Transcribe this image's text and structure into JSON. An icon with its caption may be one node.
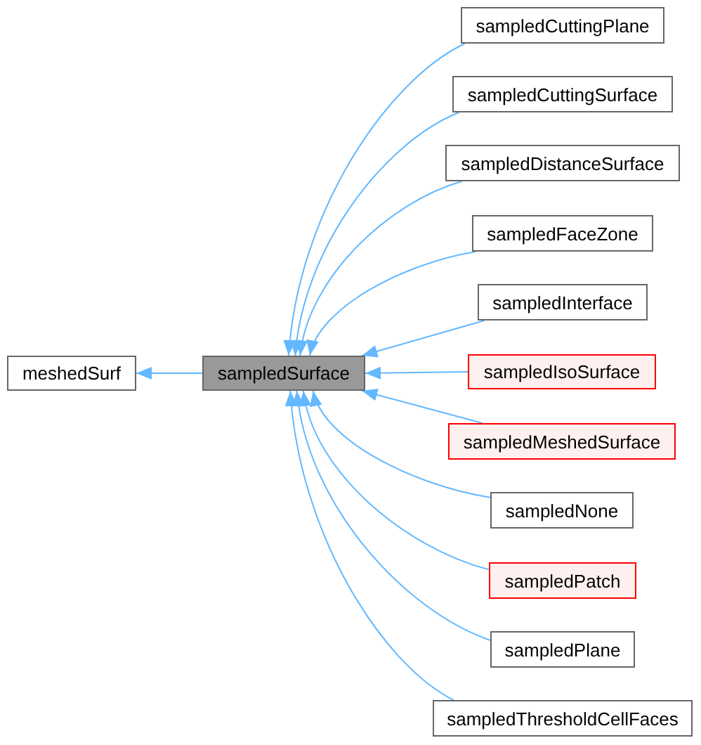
{
  "diagram": {
    "nodes": [
      {
        "text": [
          "meshedSurf"
        ]
      },
      {
        "text": [
          "sampledSurface"
        ]
      },
      {
        "text": [
          "sampledCuttingPlane"
        ]
      },
      {
        "text": [
          "sampledCuttingSurface"
        ]
      },
      {
        "text": [
          "sampledDistanceSurface"
        ]
      },
      {
        "text": [
          "sampledFaceZone"
        ]
      },
      {
        "text": [
          "sampledInterface"
        ]
      },
      {
        "text": [
          "sampledIsoSurface"
        ]
      },
      {
        "text": [
          "sampledMeshedSurface"
        ]
      },
      {
        "text": [
          "sampledNone"
        ]
      },
      {
        "text": [
          "sampledPatch"
        ]
      },
      {
        "text": [
          "sampledPlane"
        ]
      },
      {
        "text": [
          "sampledThresholdCellFaces"
        ]
      }
    ],
    "edges": [
      {
        "from": 1,
        "to": 0,
        "arrow": "to"
      },
      {
        "from": 2,
        "to": 1,
        "arrow": "to"
      },
      {
        "from": 3,
        "to": 1,
        "arrow": "to"
      },
      {
        "from": 4,
        "to": 1,
        "arrow": "to"
      },
      {
        "from": 5,
        "to": 1,
        "arrow": "to"
      },
      {
        "from": 6,
        "to": 1,
        "arrow": "to"
      },
      {
        "from": 7,
        "to": 1,
        "arrow": "to"
      },
      {
        "from": 8,
        "to": 1,
        "arrow": "to"
      },
      {
        "from": 9,
        "to": 1,
        "arrow": "to"
      },
      {
        "from": 10,
        "to": 1,
        "arrow": "to"
      },
      {
        "from": 11,
        "to": 1,
        "arrow": "to"
      },
      {
        "from": 12,
        "to": 1,
        "arrow": "to"
      }
    ]
  }
}
